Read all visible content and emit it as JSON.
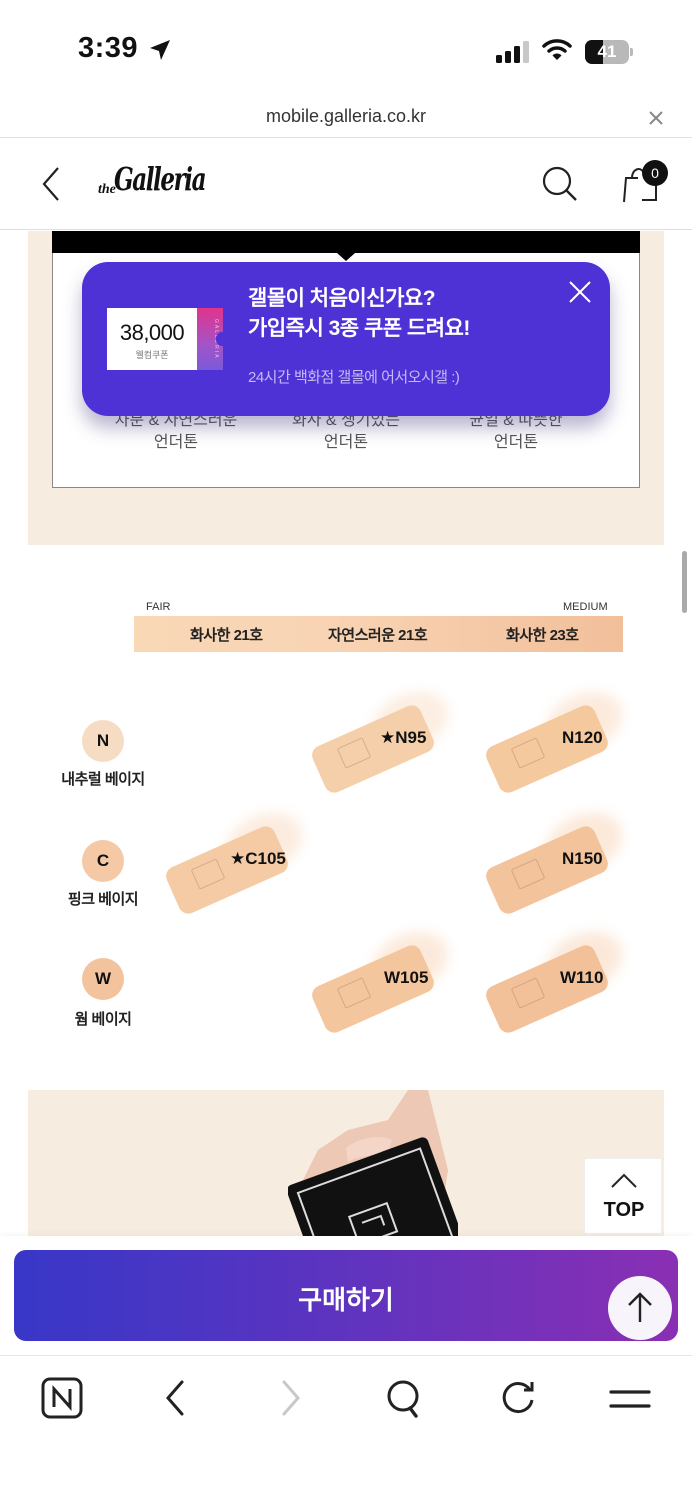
{
  "status_bar": {
    "time": "3:39",
    "battery": "41",
    "icons": [
      "location-arrow-icon",
      "cellular-signal-icon",
      "wifi-icon",
      "battery-icon"
    ]
  },
  "url_bar": {
    "url": "mobile.galleria.co.kr",
    "close_icon": "close-icon"
  },
  "header": {
    "logo_the": "the",
    "logo_name": "Galleria",
    "cart_count": "0",
    "icons": [
      "back-icon",
      "search-icon",
      "shopping-bag-icon"
    ]
  },
  "undertones": [
    {
      "line1": "차분 & 자연스러운",
      "line2": "언더톤"
    },
    {
      "line1": "화사 & 생기있는",
      "line2": "언더톤"
    },
    {
      "line1": "균일 & 따뜻한",
      "line2": "언더톤"
    }
  ],
  "popup": {
    "coupon_amount": "38,000",
    "coupon_label": "웰컴쿠폰",
    "coupon_stub_text": "GALLERIA",
    "title_line1": "갤몰이 처음이신가요?",
    "title_line2": "가입즉시 3종 쿠폰 드려요!",
    "subtitle": "24시간 백화점 갤몰에 어서오시갤 :)",
    "accent_color": "#4e32d6"
  },
  "tone_scale": {
    "left_label": "FAIR",
    "right_label": "MEDIUM",
    "items": [
      "화사한 21호",
      "자연스러운 21호",
      "화사한 23호"
    ]
  },
  "shade_rows": [
    {
      "code": "N",
      "name": "내추럴 베이지",
      "badge_color": "#f7dcc4",
      "shades": [
        {
          "col": 1,
          "label": "★N95",
          "color": "#f5cfaa"
        },
        {
          "col": 2,
          "label": "N120",
          "color": "#f4c99e"
        }
      ]
    },
    {
      "code": "C",
      "name": "핑크 베이지",
      "badge_color": "#f5c9a5",
      "shades": [
        {
          "col": 0,
          "label": "★C105",
          "color": "#f5cba6"
        },
        {
          "col": 2,
          "label": "N150",
          "color": "#f3c39b"
        }
      ]
    },
    {
      "code": "W",
      "name": "웜 베이지",
      "badge_color": "#f3c39e",
      "shades": [
        {
          "col": 1,
          "label": "W105",
          "color": "#f4c69e"
        },
        {
          "col": 2,
          "label": "W110",
          "color": "#f2c199"
        }
      ]
    }
  ],
  "floating": {
    "top_label": "TOP"
  },
  "buy": {
    "label": "구매하기",
    "gradient": [
      "#3837c8",
      "#8a2fb4"
    ]
  },
  "browser_toolbar": {
    "icons": [
      "naver-home-icon",
      "back-icon",
      "forward-icon",
      "search-icon",
      "reload-icon",
      "menu-icon"
    ]
  }
}
